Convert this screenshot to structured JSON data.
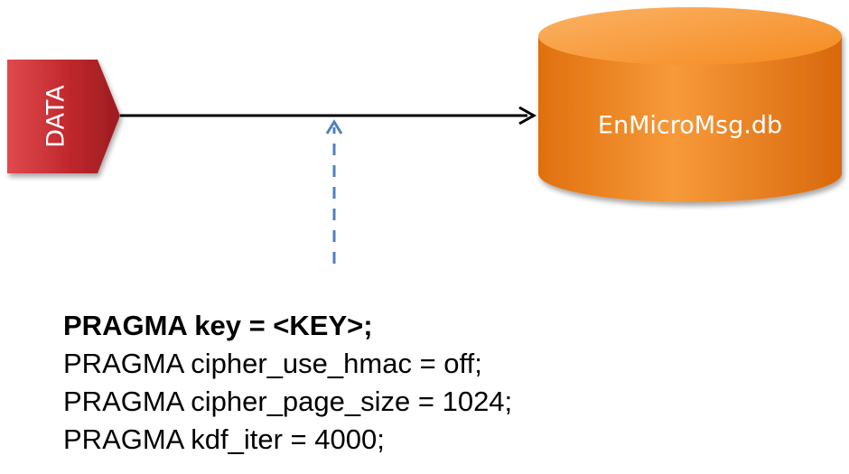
{
  "source": {
    "label": "DATA",
    "color": "#c0282d"
  },
  "database": {
    "label": "EnMicroMsg.db",
    "color": "#f58a1f"
  },
  "connector": {
    "main_arrow_color": "#000000",
    "injection_arrow_color": "#4f81bd",
    "injection_arrow_style": "dashed"
  },
  "pragmas": [
    {
      "text": "PRAGMA key = <KEY>;",
      "bold": true
    },
    {
      "text": "PRAGMA cipher_use_hmac = off;",
      "bold": false
    },
    {
      "text": "PRAGMA cipher_page_size = 1024;",
      "bold": false
    },
    {
      "text": "PRAGMA kdf_iter = 4000;",
      "bold": false
    }
  ]
}
